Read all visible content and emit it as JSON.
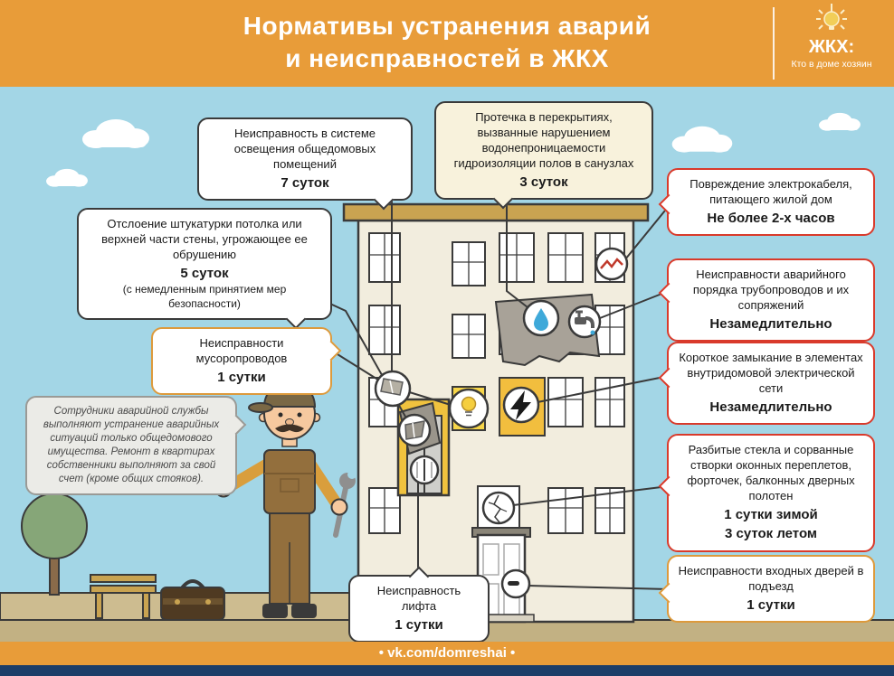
{
  "header": {
    "title_line1": "Нормативы устранения аварий",
    "title_line2": "и неисправностей в ЖКХ",
    "logo": {
      "title": "ЖКХ:",
      "subtitle": "Кто в доме хозяин"
    }
  },
  "callouts": {
    "lighting": {
      "text": "Неисправность в системе освещения общедомовых помещений",
      "term": "7 суток"
    },
    "leak": {
      "text": "Протечка в перекрытиях, вызванные нарушением водонепроницаемости гидроизоляции полов в санузлах",
      "term": "3 суток"
    },
    "cable": {
      "text": "Повреждение электрокабеля, питающего жилой дом",
      "term": "Не более 2-х часов"
    },
    "plaster": {
      "text": "Отслоение штукатурки потолка или верхней части стены, угрожающее ее обрушению",
      "term": "5 суток",
      "note": "(с немедленным принятием мер безопасности)"
    },
    "pipes": {
      "text": "Неисправности аварийного порядка трубопроводов и их сопряжений",
      "term": "Незамедлительно"
    },
    "chute": {
      "text": "Неисправности мусоропроводов",
      "term": "1 сутки"
    },
    "short_circuit": {
      "text": "Короткое замыкание в элементах внутридомовой электрической сети",
      "term": "Незамедлительно"
    },
    "worker_note": {
      "text": "Сотрудники аварийной службы выполняют устранение аварийных ситуаций только общедомового имущества. Ремонт в квартирах собственники выполняют за свой счет (кроме общих стояков)."
    },
    "glazing": {
      "text": "Разбитые стекла и сорванные створки оконных переплетов, форточек, балконных дверных полотен",
      "term_winter": "1 сутки зимой",
      "term_summer": "3 суток летом"
    },
    "elevator": {
      "text": "Неисправность лифта",
      "term": "1 сутки"
    },
    "entrance_doors": {
      "text": "Неисправности входных дверей в подъезд",
      "term": "1 сутки"
    }
  },
  "footer": {
    "link": "• vk.com/domreshai •"
  },
  "palette": {
    "header_bg": "#E89C39",
    "sky": "#A3D6E6",
    "ground": "#C2B183",
    "building": "#F2EDDE",
    "roof": "#C9A351",
    "accent_red": "#D93A2B",
    "accent_orange": "#DD9A3C",
    "outline_dark": "#3A3A3A",
    "bottom_bar": "#1C3D68",
    "highlight_yellow": "#F2C23E"
  },
  "icons": {
    "lightbulb-logo-icon": "hanging lightbulb with rays",
    "lightbulb-marker-icon": "stairwell lamp",
    "water-drop-marker-icon": "ceiling leak",
    "broken-cable-marker-icon": "damaged electric cable",
    "faucet-marker-icon": "pipes and faucet",
    "falling-plaster-marker-icon": "collapsing plaster slab",
    "garbage-chute-marker-icon": "broken garbage chute",
    "lightning-marker-icon": "short circuit bolt",
    "cracked-glass-marker-icon": "broken window pane",
    "elevator-doors-marker-icon": "elevator doors",
    "door-handle-marker-icon": "entrance door handle"
  }
}
